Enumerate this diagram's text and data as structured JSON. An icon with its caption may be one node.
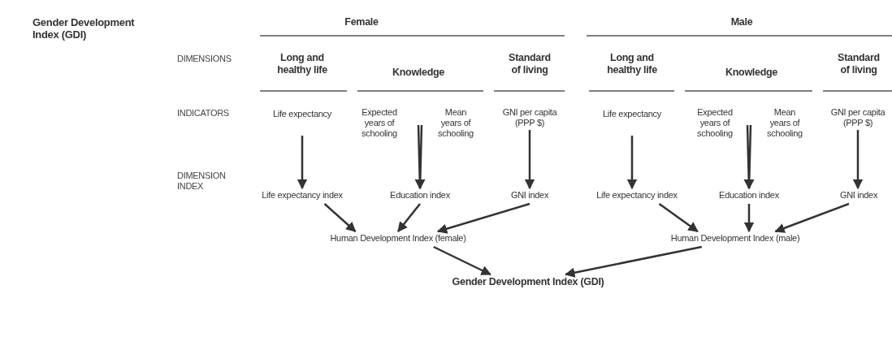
{
  "diagram": {
    "title": "Gender Development Index (GDI)",
    "nodes": [
      {
        "text": [
          "Life expectancy"
        ]
      },
      {
        "text": [
          "Expected years of schooling"
        ]
      },
      {
        "text": [
          "Mean years of schooling"
        ]
      },
      {
        "text": [
          "GNI per capita (PPP $)"
        ]
      },
      {
        "text": [
          "Life expectancy"
        ]
      },
      {
        "text": [
          "Expected years of schooling"
        ]
      },
      {
        "text": [
          "Mean years of schooling"
        ]
      },
      {
        "text": [
          "GNI per capita (PPP $)"
        ]
      },
      {
        "text": [
          "Life expectancy index"
        ]
      },
      {
        "text": [
          "Education index"
        ]
      },
      {
        "text": [
          "GNI index"
        ]
      },
      {
        "text": [
          "Life expectancy index"
        ]
      },
      {
        "text": [
          "Education index"
        ]
      },
      {
        "text": [
          "GNI index"
        ]
      },
      {
        "text": [
          "Human Development Index (female)"
        ]
      },
      {
        "text": [
          "Human Development Index (male)"
        ]
      },
      {
        "text": [
          "Gender Development Index (GDI)"
        ]
      }
    ],
    "edges": [
      {
        "from": 0,
        "to": 8,
        "arrow": "to"
      },
      {
        "from": 1,
        "to": 9,
        "arrow": "to"
      },
      {
        "from": 2,
        "to": 9,
        "arrow": "to"
      },
      {
        "from": 3,
        "to": 10,
        "arrow": "to"
      },
      {
        "from": 4,
        "to": 11,
        "arrow": "to"
      },
      {
        "from": 5,
        "to": 12,
        "arrow": "to"
      },
      {
        "from": 6,
        "to": 12,
        "arrow": "to"
      },
      {
        "from": 7,
        "to": 13,
        "arrow": "to"
      },
      {
        "from": 8,
        "to": 14,
        "arrow": "to"
      },
      {
        "from": 9,
        "to": 14,
        "arrow": "to"
      },
      {
        "from": 10,
        "to": 14,
        "arrow": "to"
      },
      {
        "from": 11,
        "to": 15,
        "arrow": "to"
      },
      {
        "from": 12,
        "to": 15,
        "arrow": "to"
      },
      {
        "from": 13,
        "to": 15,
        "arrow": "to"
      },
      {
        "from": 14,
        "to": 16,
        "arrow": "to"
      },
      {
        "from": 15,
        "to": 16,
        "arrow": "to"
      }
    ],
    "labels": [
      "Female",
      "Male",
      "DIMENSIONS",
      "Long and healthy life",
      "Knowledge",
      "Standard of living",
      "Long and healthy life",
      "Knowledge",
      "Standard of living",
      "INDICATORS",
      "DIMENSION INDEX"
    ]
  }
}
